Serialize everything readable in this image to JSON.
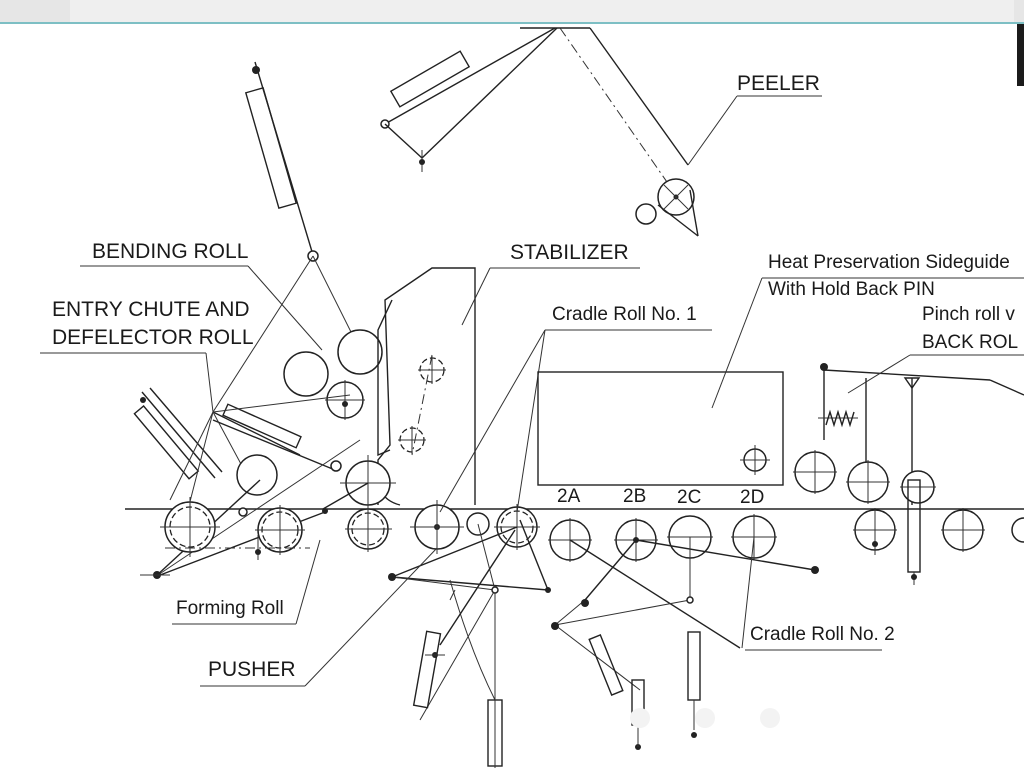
{
  "labels": {
    "peeler": "PEELER",
    "bending_roll": "BENDING ROLL",
    "stabilizer": "STABILIZER",
    "entry_chute_line1": "ENTRY CHUTE AND",
    "entry_chute_line2": "DEFELECTOR ROLL",
    "cradle_roll_1": "Cradle Roll No. 1",
    "heat_preservation_line1": "Heat Preservation Sideguide",
    "heat_preservation_line2": "With Hold Back PIN",
    "pinch_roll_line1": "Pinch roll v",
    "pinch_roll_line2": "BACK ROL",
    "roll_2a": "2A",
    "roll_2b": "2B",
    "roll_2c": "2C",
    "roll_2d": "2D",
    "forming_roll": "Forming  Roll",
    "pusher": "PUSHER",
    "cradle_roll_2": "Cradle Roll No. 2"
  },
  "colors": {
    "line": "#222222",
    "background": "#ffffff",
    "accent_strip": "#7dbfc4"
  }
}
